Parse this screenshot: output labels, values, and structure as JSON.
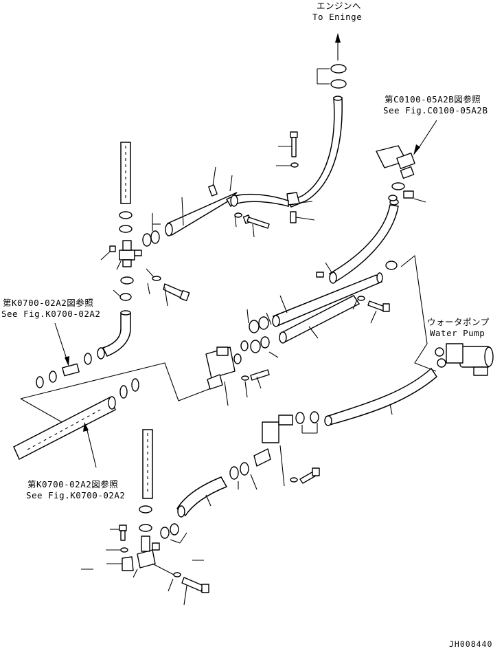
{
  "labels": {
    "engine_jp": "エンジンへ",
    "engine_en": "To Eninge",
    "ref_c0100_jp": "第C0100-05A2B図参照",
    "ref_c0100_en": "See Fig.C0100-05A2B",
    "ref_k0700_left_jp": "第K0700-02A2図参照",
    "ref_k0700_left_en": "See Fig.K0700-02A2",
    "ref_k0700_bottom_jp": "第K0700-02A2図参照",
    "ref_k0700_bottom_en": "See Fig.K0700-02A2",
    "pump_jp": "ウォータポンプ",
    "pump_en": "Water Pump",
    "drawing_no": "JH008440"
  },
  "icons": {
    "arrow": "arrow-up-icon",
    "hose": "hose-icon",
    "clamp": "hose-clamp-icon",
    "bolt": "bolt-icon",
    "washer": "washer-icon",
    "valve": "valve-icon",
    "pump": "water-pump-icon",
    "tee": "tee-joint-icon"
  }
}
